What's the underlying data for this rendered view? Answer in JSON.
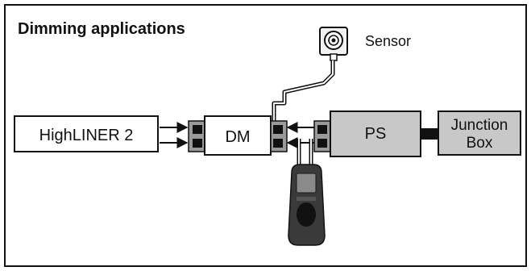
{
  "title": "Dimming applications",
  "components": {
    "highliner": {
      "label": "HighLINER 2"
    },
    "dm": {
      "label": "DM"
    },
    "ps": {
      "label": "PS"
    },
    "junction_box": {
      "label_line1": "Junction",
      "label_line2": "Box"
    },
    "sensor": {
      "label": "Sensor",
      "icon": "light-sensor-icon"
    },
    "handheld": {
      "icon": "handheld-programmer-icon"
    }
  },
  "colors": {
    "frame": "#111111",
    "box_fill_light": "#ffffff",
    "box_fill_gray": "#c8c8c8",
    "connector_body": "#9a9a9a",
    "connector_pin": "#111111",
    "device_body": "#3a3a3a"
  }
}
